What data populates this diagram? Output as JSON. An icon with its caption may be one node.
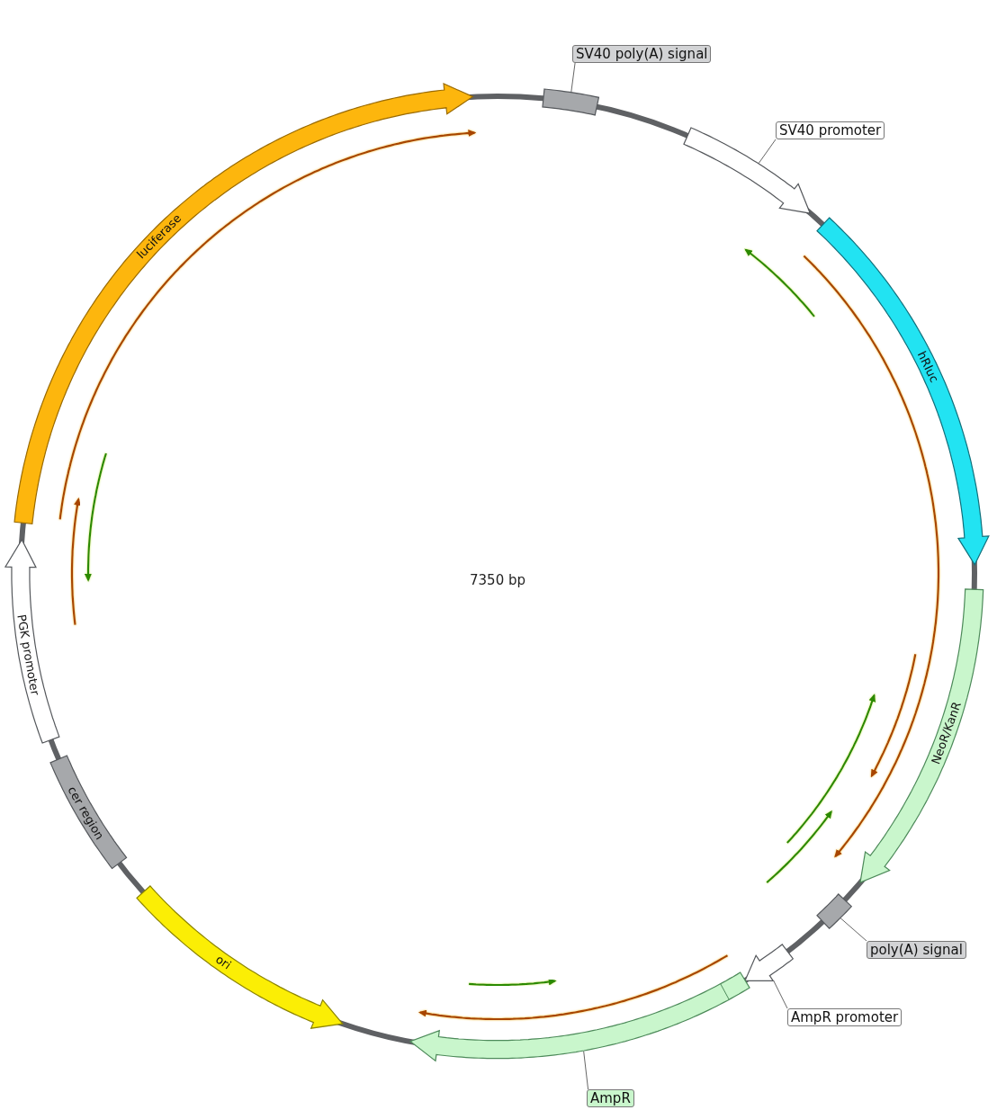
{
  "diagram": {
    "nodes": [
      {
        "text": [
          "SV40 poly(A) signal"
        ]
      },
      {
        "text": [],
        "shape": "box"
      },
      {
        "text": [
          "SV40 promoter"
        ]
      },
      {
        "text": [],
        "shape": "arrow"
      },
      {
        "text": [
          "luciferase"
        ]
      },
      {
        "text": [
          "hRluc"
        ]
      },
      {
        "text": [
          "PGK promoter"
        ]
      },
      {
        "text": [
          "NeoR/KanR"
        ]
      },
      {
        "text": [
          "cer region"
        ]
      },
      {
        "text": [
          "ori"
        ]
      },
      {
        "text": [],
        "shape": "box"
      },
      {
        "text": [
          "poly(A) signal"
        ]
      },
      {
        "text": [],
        "shape": "arrow"
      },
      {
        "text": [
          "AmpR promoter"
        ]
      },
      {
        "text": [],
        "shape": "arrow"
      },
      {
        "text": [
          "AmpR"
        ]
      }
    ],
    "edges": [
      {
        "from": 0,
        "to": 1,
        "arrow": "none"
      },
      {
        "from": 2,
        "to": 3,
        "arrow": "none"
      },
      {
        "from": 11,
        "to": 10,
        "arrow": "none"
      },
      {
        "from": 13,
        "to": 12,
        "arrow": "none"
      },
      {
        "from": 15,
        "to": 14,
        "arrow": "none"
      }
    ],
    "labels": [
      "7350 bp"
    ]
  }
}
